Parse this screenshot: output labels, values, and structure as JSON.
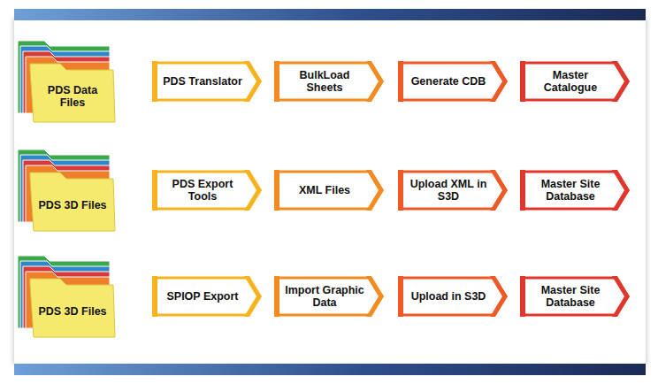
{
  "diagram": {
    "nodes": [
      {
        "text": [
          "PDS Data Files"
        ]
      },
      {
        "text": [
          "PDS Translator"
        ]
      },
      {
        "text": [
          "BulkLoad Sheets"
        ]
      },
      {
        "text": [
          "Generate CDB"
        ]
      },
      {
        "text": [
          "Master Catalogue"
        ]
      },
      {
        "text": [
          "PDS 3D Files"
        ]
      },
      {
        "text": [
          "PDS Export Tools"
        ]
      },
      {
        "text": [
          "XML Files"
        ]
      },
      {
        "text": [
          "Upload XML in S3D"
        ]
      },
      {
        "text": [
          "Master Site Database"
        ]
      },
      {
        "text": [
          "PDS 3D Files"
        ]
      },
      {
        "text": [
          "SPIOP Export"
        ]
      },
      {
        "text": [
          "Import Graphic Data"
        ]
      },
      {
        "text": [
          "Upload in S3D"
        ]
      },
      {
        "text": [
          "Master Site Database"
        ]
      }
    ]
  }
}
